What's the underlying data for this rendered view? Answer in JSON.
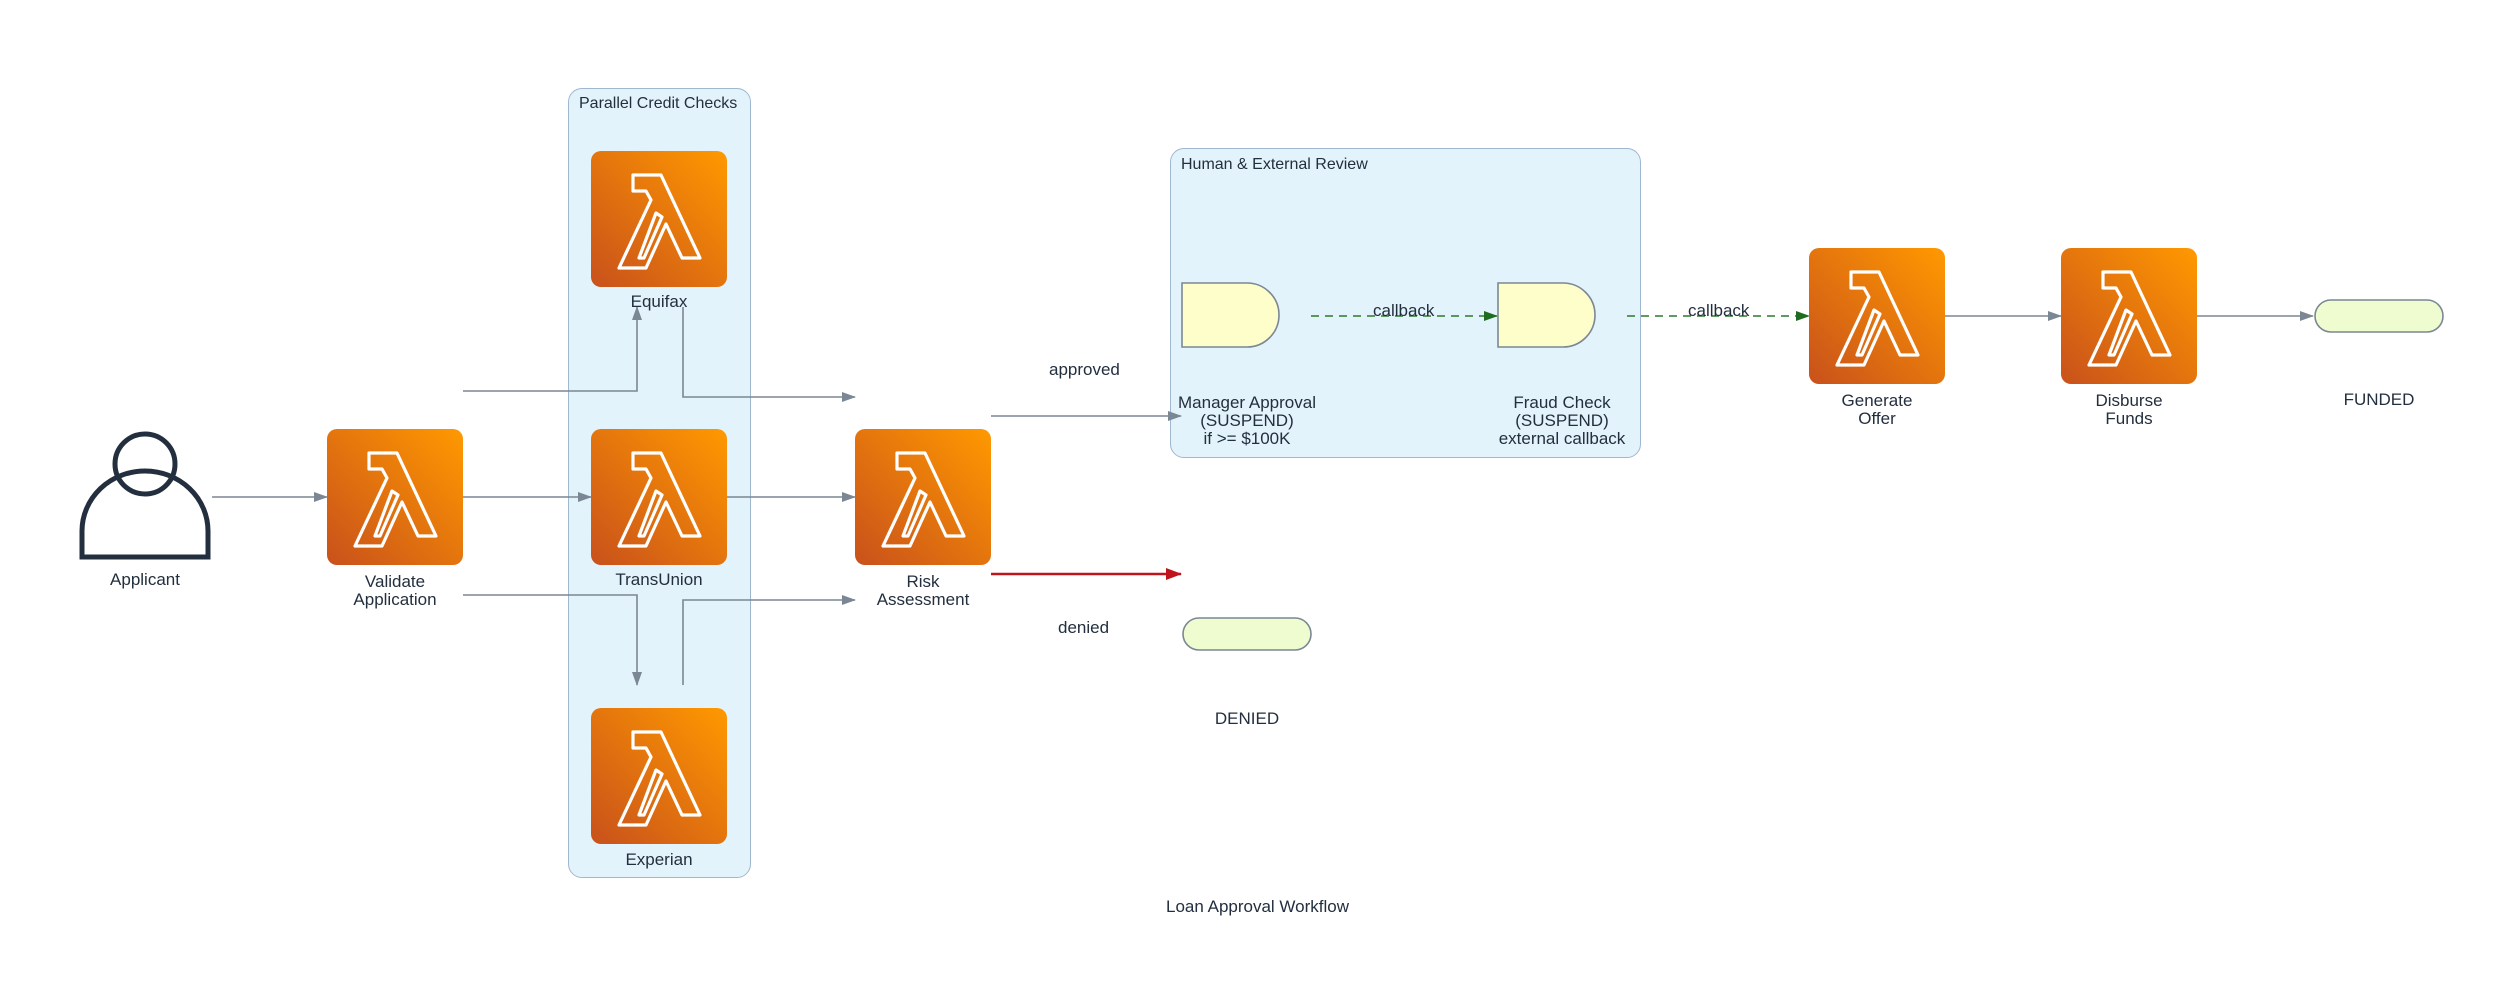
{
  "diagram": {
    "title": "Loan Approval Workflow",
    "clusters": {
      "parallel": {
        "label": "Parallel Credit Checks"
      },
      "review": {
        "label": "Human & External Review"
      }
    },
    "nodes": {
      "applicant": {
        "label": "Applicant",
        "icon": "user-icon"
      },
      "validate": {
        "label": "Validate\nApplication",
        "icon": "lambda-icon"
      },
      "equifax": {
        "label": "Equifax",
        "icon": "lambda-icon"
      },
      "transunion": {
        "label": "TransUnion",
        "icon": "lambda-icon"
      },
      "experian": {
        "label": "Experian",
        "icon": "lambda-icon"
      },
      "risk": {
        "label": "Risk\nAssessment",
        "icon": "lambda-icon"
      },
      "manager": {
        "label": "Manager Approval\n(SUSPEND)\nif >= $100K",
        "icon": "delay-shape"
      },
      "fraud": {
        "label": "Fraud Check\n(SUSPEND)\nexternal callback",
        "icon": "delay-shape"
      },
      "offer": {
        "label": "Generate\nOffer",
        "icon": "lambda-icon"
      },
      "disburse": {
        "label": "Disburse\nFunds",
        "icon": "lambda-icon"
      },
      "funded": {
        "label": "FUNDED",
        "icon": "terminator-shape"
      },
      "denied": {
        "label": "DENIED",
        "icon": "terminator-shape"
      }
    },
    "edge_labels": {
      "approved": "approved",
      "denied": "denied",
      "callback_1": "callback",
      "callback_2": "callback"
    },
    "colors": {
      "edge_default": "#7b8794",
      "edge_denied": "#c0141c",
      "edge_callback": "#2d7a2d",
      "cluster_fill": "#e3f3fb",
      "terminator_fill": "#eefccf",
      "delay_fill": "#fefecb",
      "lambda_dark": "#c8511b",
      "lambda_light": "#ff9900"
    }
  }
}
